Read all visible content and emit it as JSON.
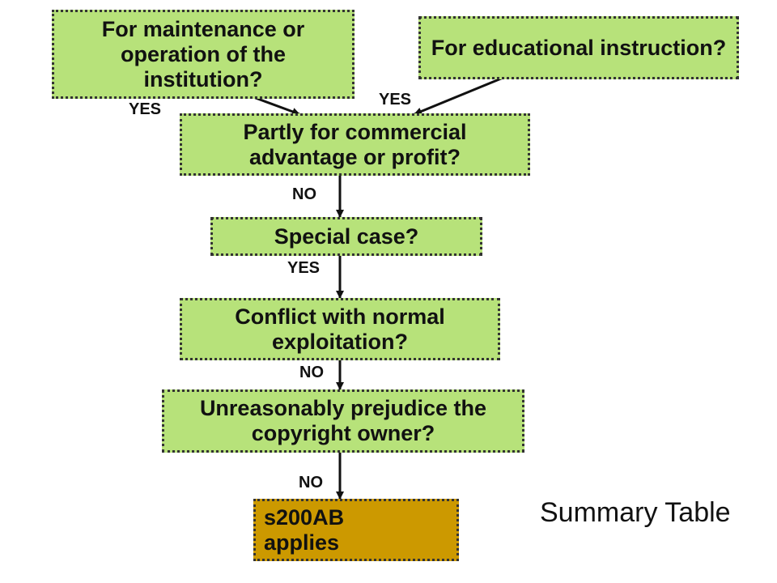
{
  "nodes": {
    "maintenance": "For maintenance or operation of the institution?",
    "educational": "For educational instruction?",
    "commercial": "Partly for commercial advantage or profit?",
    "special_case": "Special case?",
    "conflict": "Conflict with normal exploitation?",
    "prejudice": "Unreasonably prejudice the copyright owner?",
    "result_line1": "s200AB",
    "result_line2": "applies"
  },
  "labels": {
    "yes_left": "YES",
    "yes_right": "YES",
    "no_1": "NO",
    "yes_2": "YES",
    "no_2": "NO",
    "no_3": "NO"
  },
  "caption": "Summary Table",
  "colors": {
    "decision_fill": "#b7e27a",
    "result_fill": "#cc9900",
    "border": "#333333"
  }
}
